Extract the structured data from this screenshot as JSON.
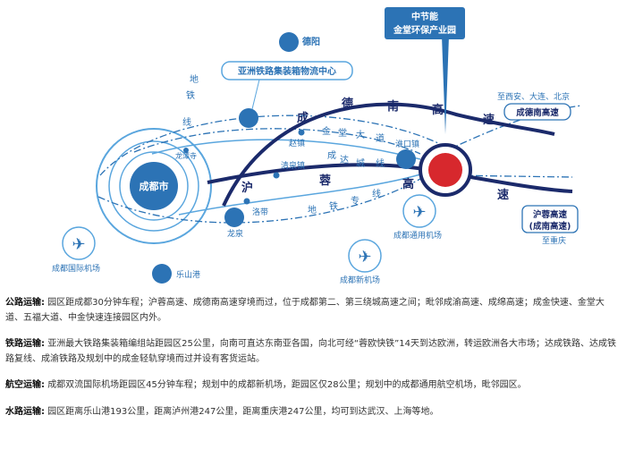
{
  "map": {
    "park_callout": {
      "line1": "中节能",
      "line2": "金堂环保产业园"
    },
    "chengdu_city": "成都市",
    "deyang": "德阳",
    "rail_center": "亚洲铁路集装箱物流中心",
    "rail_labels": [
      "地",
      "铁",
      "线"
    ],
    "longtan": "龙潭寺",
    "chengde_chars": [
      "成",
      "德",
      "南",
      "高",
      "速"
    ],
    "jintang_road_chars": [
      "金",
      "堂",
      "大",
      "道"
    ],
    "chengda_chars": [
      "成",
      "达",
      "城",
      "线"
    ],
    "hurong_chars": [
      "沪",
      "蓉",
      "高",
      "速"
    ],
    "chengyu_chars": [
      "地",
      "铁",
      "专",
      "线"
    ],
    "zhaozhen": "赵镇",
    "qingquan": "清泉镇",
    "huaikou": "淮口镇",
    "luodai": "洛带",
    "longquan": "龙泉",
    "to_xian": "至西安、大连、北京",
    "chengde_badge": "成德南高速",
    "hurong_badge_1": "沪蓉高速",
    "hurong_badge_2": "(成南高速)",
    "to_chongqing": "至重庆",
    "intl_airport": "成都国际机场",
    "general_airport": "成都通用机场",
    "new_airport": "成都新机场",
    "leshan": "乐山港",
    "colors": {
      "navy": "#1b2a6b",
      "blue": "#2c73b5",
      "light_blue": "#5aa6de",
      "red": "#d7282d"
    }
  },
  "info": [
    {
      "label": "公路运输",
      "sep": ":",
      "text": "园区距成都30分钟车程；沪蓉高速、成德南高速穿境而过，位于成都第二、第三绕城高速之间；毗邻成渝高速、成绵高速；成金快速、金堂大道、五福大道、中金快速连接园区内外。"
    },
    {
      "label": "铁路运输",
      "sep": ":",
      "text": "亚洲最大铁路集装箱编组站距园区25公里，向南可直达东南亚各国，向北可经“蓉欧快铁”14天到达欧洲，转运欧洲各大市场；达成铁路、达成铁路复线、成渝铁路及规划中的成金轻轨穿境而过并设有客货运站。"
    },
    {
      "label": "航空运输",
      "sep": ":",
      "text": "成都双流国际机场距园区45分钟车程；规划中的成都新机场，距园区仅28公里；规划中的成都通用航空机场，毗邻园区。"
    },
    {
      "label": "水路运输",
      "sep": ":",
      "text": "园区距离乐山港193公里，距离泸州港247公里，距离重庆港247公里，均可到达武汉、上海等地。"
    }
  ]
}
